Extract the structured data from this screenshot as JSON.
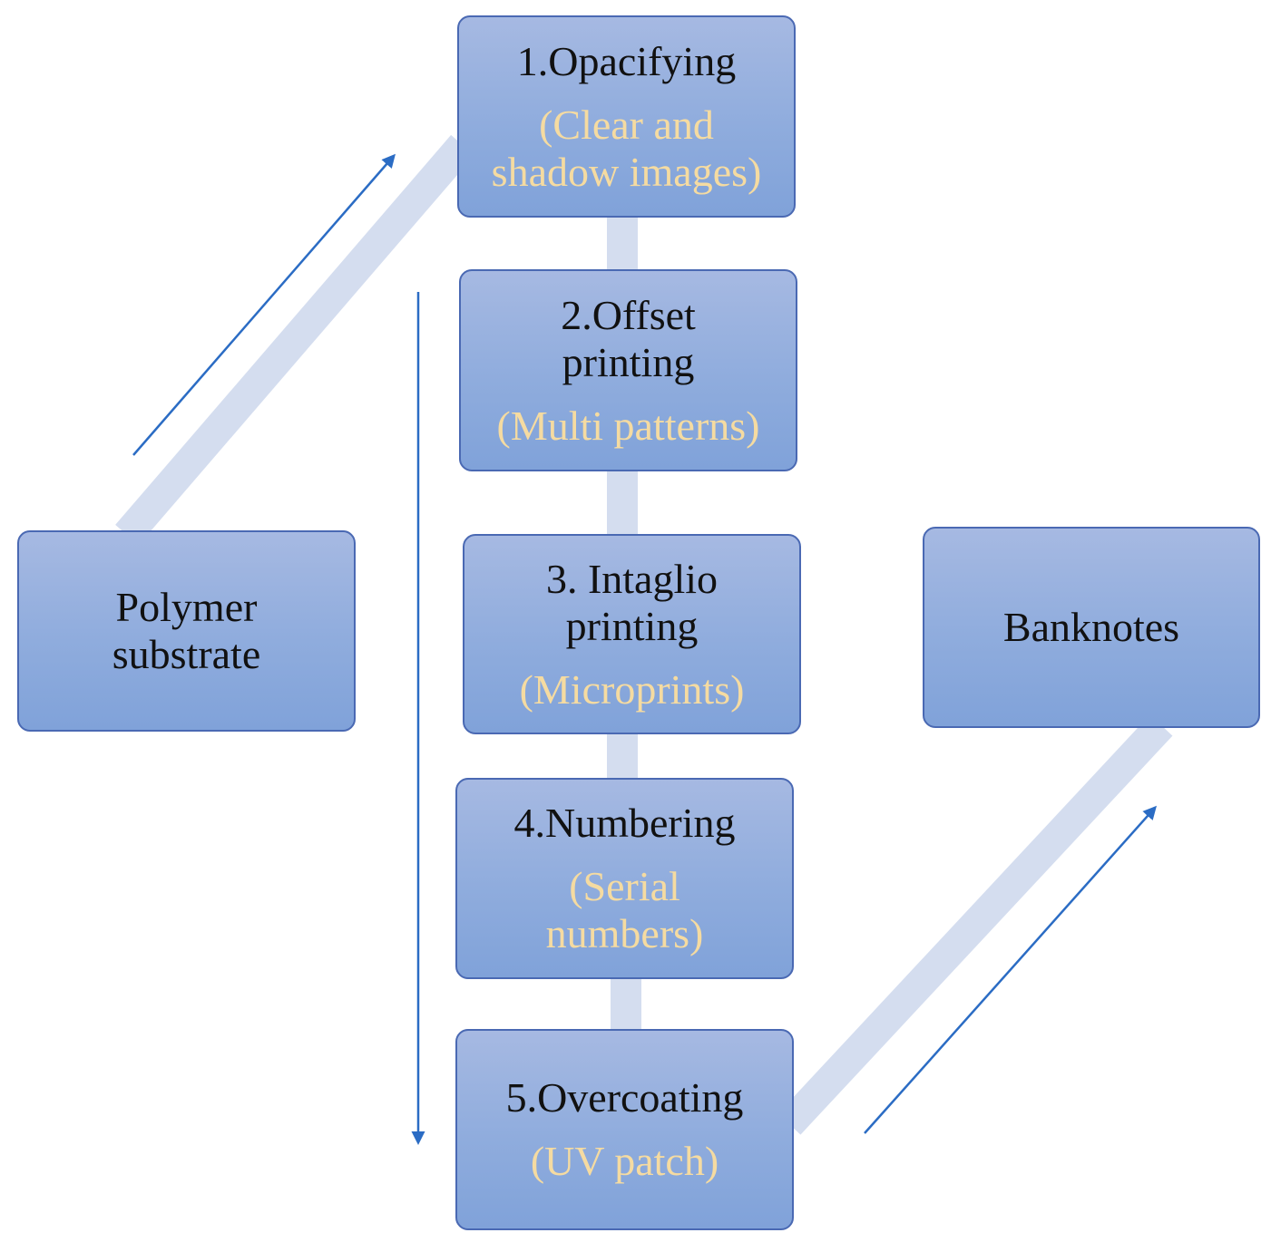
{
  "colors": {
    "box_fill_top": "#a6b9e2",
    "box_fill_bottom": "#80a2d9",
    "box_border": "#4a69b3",
    "connector": "#d4ddef",
    "arrow": "#2b6cc4",
    "title_text": "#111111",
    "subtitle_text": "#f5dba1"
  },
  "nodes": {
    "polymer": {
      "title": "Polymer\nsubstrate"
    },
    "step1": {
      "title": "1.Opacifying",
      "subtitle": "(Clear and\nshadow images)"
    },
    "step2": {
      "title": "2.Offset\nprinting",
      "subtitle": "(Multi patterns)"
    },
    "step3": {
      "title": "3. Intaglio\nprinting",
      "subtitle": "(Microprints)"
    },
    "step4": {
      "title": "4.Numbering",
      "subtitle": "(Serial\nnumbers)"
    },
    "step5": {
      "title": "5.Overcoating",
      "subtitle": "(UV patch)"
    },
    "banknotes": {
      "title": "Banknotes"
    }
  },
  "flow": [
    {
      "from": "polymer",
      "to": "step1"
    },
    {
      "from": "step1",
      "to": "step2"
    },
    {
      "from": "step2",
      "to": "step3"
    },
    {
      "from": "step3",
      "to": "step4"
    },
    {
      "from": "step4",
      "to": "step5"
    },
    {
      "from": "step5",
      "to": "banknotes"
    }
  ]
}
